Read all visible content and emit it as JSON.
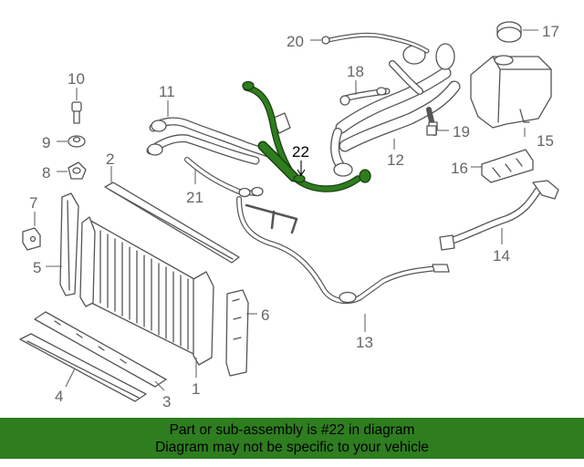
{
  "callouts": {
    "c1": "1",
    "c2": "2",
    "c3": "3",
    "c4": "4",
    "c5": "5",
    "c6": "6",
    "c7": "7",
    "c8": "8",
    "c9": "9",
    "c10": "10",
    "c11": "11",
    "c12": "12",
    "c13": "13",
    "c14": "14",
    "c15": "15",
    "c16": "16",
    "c17": "17",
    "c18": "18",
    "c19": "19",
    "c20": "20",
    "c21": "21",
    "c22": "22"
  },
  "highlight_part": "22",
  "colors": {
    "highlight": "#2e7d1f",
    "banner_bg": "#2e7d1f",
    "line": "#555555"
  },
  "banner": {
    "line1": "Part or sub-assembly is #22 in diagram",
    "line2": "Diagram may not be specific to your vehicle"
  }
}
